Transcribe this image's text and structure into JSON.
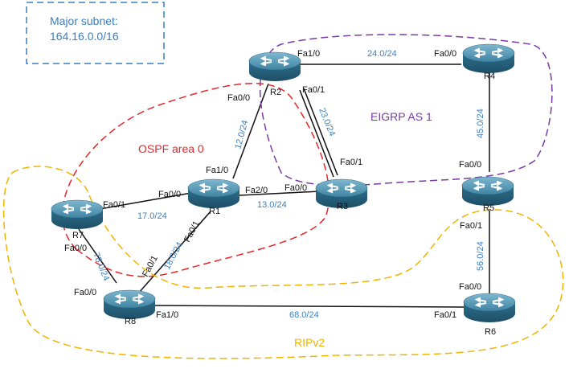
{
  "note": {
    "line1": "Major subnet:",
    "line2": "164.16.0.0/16",
    "color": "#3a7fc0"
  },
  "regions": {
    "ospf": {
      "label": "OSPF area 0",
      "color": "#e8262a"
    },
    "eigrp": {
      "label": "EIGRP AS 1",
      "color": "#7b3aa6"
    },
    "rip": {
      "label": "RIPv2",
      "color": "#f0b400"
    }
  },
  "routers": {
    "R1": "R1",
    "R2": "R2",
    "R3": "R3",
    "R4": "R4",
    "R5": "R5",
    "R6": "R6",
    "R7": "R7",
    "R8": "R8"
  },
  "links": {
    "r2_r4": {
      "net": "24.0/24",
      "a": "Fa1/0",
      "b": "Fa0/0"
    },
    "r2_r1": {
      "net": "12.0/24",
      "a": "Fa0/0",
      "b": "Fa1/0"
    },
    "r2_r3": {
      "net": "23.0/24",
      "a": "Fa0/1",
      "b": "Fa0/1"
    },
    "r4_r5": {
      "net": "45.0/24"
    },
    "r5_r6": {
      "net": "56.0/24",
      "a": "Fa0/1",
      "b": "Fa0/0"
    },
    "r5_top": {
      "a": "Fa0/0"
    },
    "r1_r3": {
      "net": "13.0/24",
      "a": "Fa2/0",
      "b": "Fa0/0"
    },
    "r7_r1": {
      "net": "17.0/24",
      "a": "Fa0/1",
      "b": "Fa0/0"
    },
    "r1_r8": {
      "net": "18.0/24",
      "a": "Fa0/1",
      "b": "Fa0/1"
    },
    "r7_r8": {
      "net": "78.0/24",
      "a": "Fa0/0",
      "b": "Fa0/0"
    },
    "r8_r6": {
      "net": "68.0/24",
      "a": "Fa1/0",
      "b": "Fa0/1"
    }
  }
}
